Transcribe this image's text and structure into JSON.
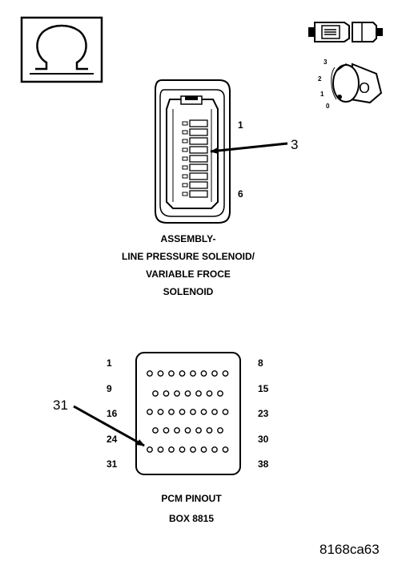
{
  "connector": {
    "pin_first": "1",
    "pin_last": "6",
    "callout": "3",
    "title_lines": [
      "ASSEMBLY-",
      "LINE PRESSURE SOLENOID/",
      "VARIABLE FROCE",
      "SOLENOID"
    ]
  },
  "ignition_switch": {
    "positions": [
      "3",
      "2",
      "1",
      "0"
    ],
    "lock_label": "O"
  },
  "pcm": {
    "row_labels_left": [
      "1",
      "9",
      "16",
      "24",
      "31"
    ],
    "row_labels_right": [
      "8",
      "15",
      "23",
      "30",
      "38"
    ],
    "callout": "31",
    "caption_lines": [
      "PCM PINOUT",
      "BOX 8815"
    ]
  },
  "figure_id": "8168ca63",
  "icons": [
    "ohm-meter-icon",
    "connector-plug-icon",
    "ignition-key-icon"
  ],
  "colors": {
    "ink": "#000000",
    "paper": "#ffffff"
  }
}
